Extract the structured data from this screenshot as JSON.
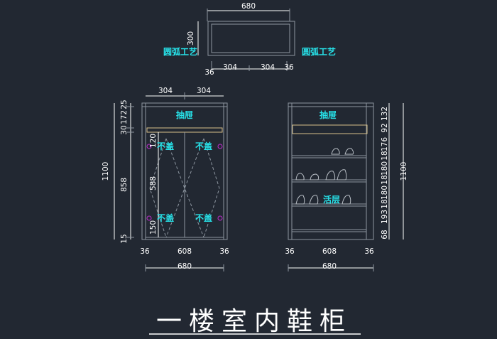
{
  "title": "一楼室内鞋柜",
  "plan": {
    "width": "680",
    "depth": "300",
    "left_offset": "36",
    "right_offset": "36",
    "half_left": "304",
    "half_right": "304",
    "left_note": "圆弧工艺",
    "right_note": "圆弧工艺"
  },
  "front": {
    "top_halves": [
      "304",
      "304"
    ],
    "drawer_label": "抽屉",
    "door_labels": [
      "不盖",
      "不盖",
      "不盖",
      "不盖"
    ],
    "total_height": "1100",
    "segments": [
      "25",
      "172",
      "30",
      "858",
      "15"
    ],
    "door_dims": [
      "120",
      "588",
      "150"
    ],
    "bottom_dims": [
      "36",
      "608",
      "36"
    ],
    "total_width": "680"
  },
  "section": {
    "drawer_label": "抽屉",
    "shelf_label": "活层",
    "total_height": "1100",
    "segments": [
      "132",
      "92",
      "176",
      "18",
      "180",
      "18",
      "180",
      "18",
      "193",
      "68"
    ],
    "bottom_dims": [
      "36",
      "608",
      "36"
    ],
    "total_width": "680"
  },
  "colors": {
    "background": "#222832",
    "line": "#8d96a0",
    "drawer": "#d8c08a",
    "annotation": "#27e3ea",
    "marker": "#c02fd0"
  }
}
